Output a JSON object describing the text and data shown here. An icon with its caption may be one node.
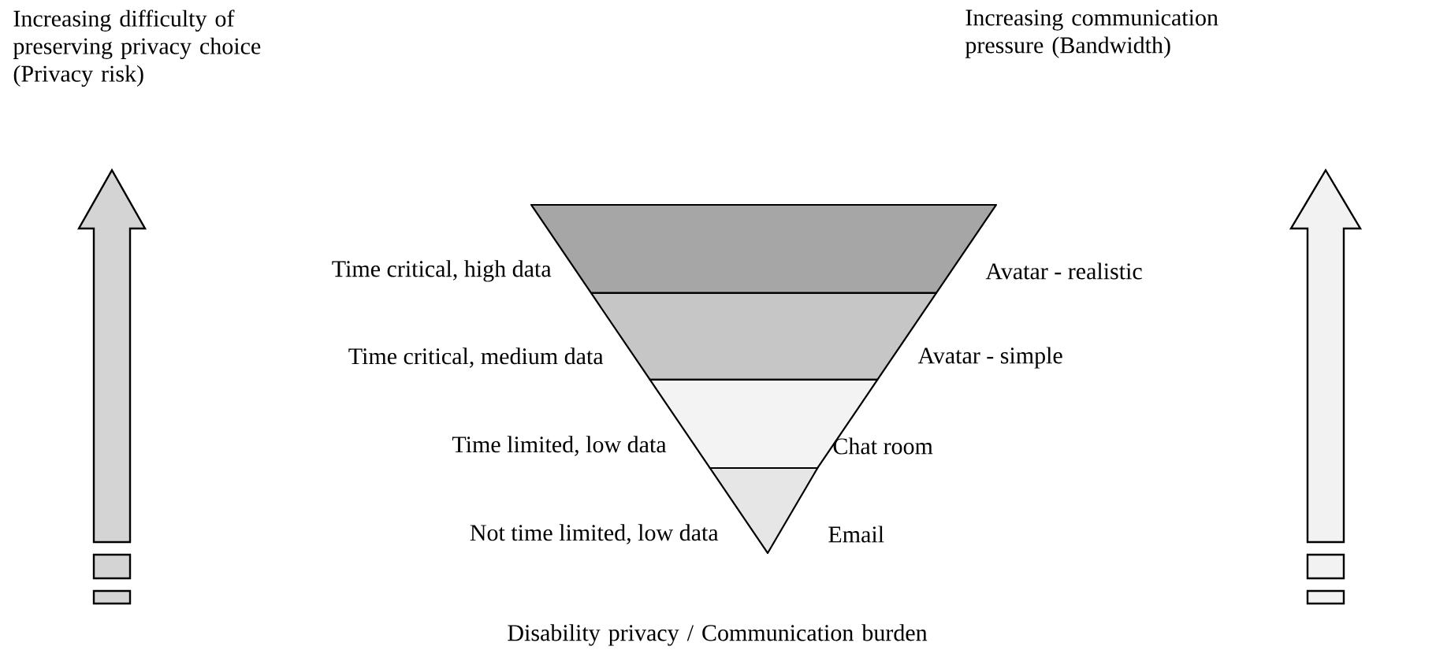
{
  "diagram": {
    "nodes": [
      {
        "text": [],
        "shape": "band",
        "beside": [
          "Time critical, high data",
          "Avatar - realistic"
        ]
      },
      {
        "text": [],
        "shape": "band",
        "beside": [
          "Time critical, medium data",
          "Avatar - simple"
        ]
      },
      {
        "text": [],
        "shape": "band",
        "beside": [
          "Time limited, low data",
          "Chat room"
        ]
      },
      {
        "text": [],
        "shape": "band",
        "beside": [
          "Not time limited, low data",
          "Email"
        ]
      }
    ],
    "labels": [
      "Increasing difficulty of preserving privacy choice (Privacy risk)",
      "Increasing communication pressure (Bandwidth)",
      "Disability privacy / Communication burden"
    ]
  }
}
